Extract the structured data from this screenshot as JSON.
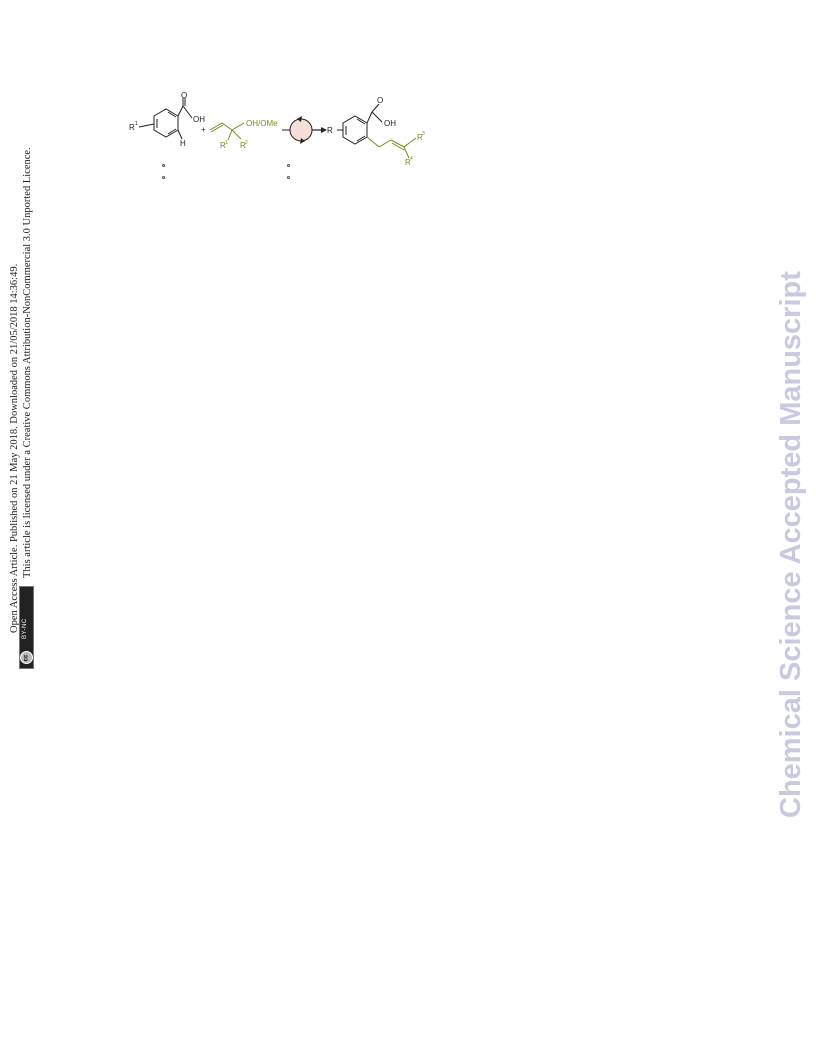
{
  "side_notice": {
    "line1": "Open Access Article. Published on 21 May 2018. Downloaded on 21/05/2018 14:36:49.",
    "line2": "This article is licensed under a Creative Commons Attribution-NonCommercial 3.0 Unported Licence.",
    "badge_cc": "cc",
    "badge_text": "BY-NC"
  },
  "watermark": "Chemical Science Accepted Manuscript",
  "scheme": {
    "reactant1": {
      "R": "R",
      "sub_R": "1",
      "carbonyl_O": "O",
      "OH": "OH",
      "H": "H"
    },
    "plus": "+",
    "reactant2": {
      "leaving_group": "OH/OMe",
      "R1": "R",
      "R1_sup": "1",
      "R2": "R",
      "R2_sup": "2"
    },
    "product": {
      "R": "R",
      "carbonyl_O": "O",
      "OH": "OH",
      "R3": "R",
      "R3_sup": "3",
      "R4": "R",
      "R4_sup": "4"
    },
    "colors": {
      "bond": "#222222",
      "olive": "#7a8a1e",
      "catalyst_fill": "#f6dfd6"
    }
  }
}
